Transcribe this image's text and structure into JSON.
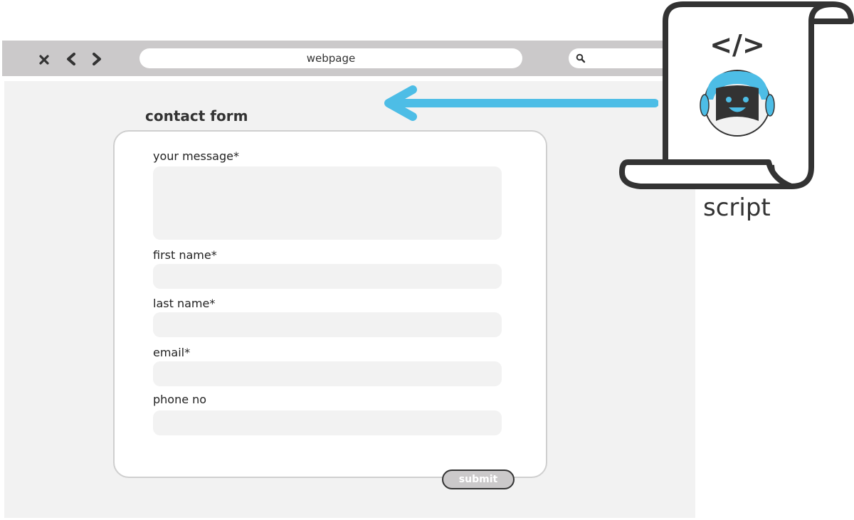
{
  "browser": {
    "url_text": "webpage",
    "nav": {
      "close": "close-icon",
      "back": "chevron-left-icon",
      "forward": "chevron-right-icon"
    },
    "search_icon": "search-icon"
  },
  "form": {
    "title": "contact form",
    "fields": [
      {
        "label": "your message*",
        "value": ""
      },
      {
        "label": "first name*",
        "value": ""
      },
      {
        "label": "last name*",
        "value": ""
      },
      {
        "label": "email*",
        "value": ""
      },
      {
        "label": "phone no",
        "value": ""
      }
    ],
    "submit_label": "submit"
  },
  "script": {
    "label": "script",
    "code_glyph": "</>"
  },
  "colors": {
    "accent": "#4dbde6",
    "dark": "#333333",
    "toolbar": "#cbc9ca",
    "page_bg": "#f2f2f2"
  }
}
